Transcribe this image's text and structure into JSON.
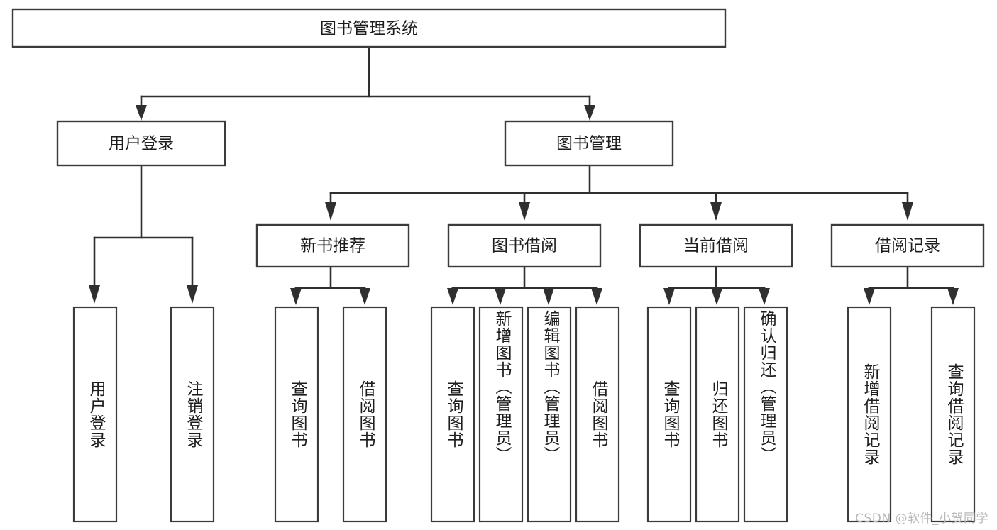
{
  "diagram": {
    "type": "hierarchy-tree",
    "title": "图书管理系统",
    "orientation": "top-down",
    "levels": 4,
    "colors": {
      "box_stroke": "#3b3b3b",
      "box_fill": "#ffffff",
      "connector": "#2f2f2f",
      "text": "#1d1d1d",
      "watermark": "#b9b9b9",
      "background": "#ffffff"
    }
  },
  "root": {
    "label": "图书管理系统",
    "orientation": "horizontal"
  },
  "level2": [
    {
      "label": "用户登录",
      "orientation": "horizontal"
    },
    {
      "label": "图书管理",
      "orientation": "horizontal"
    }
  ],
  "level3": [
    {
      "label": "新书推荐",
      "orientation": "horizontal",
      "parent": "图书管理"
    },
    {
      "label": "图书借阅",
      "orientation": "horizontal",
      "parent": "图书管理"
    },
    {
      "label": "当前借阅",
      "orientation": "horizontal",
      "parent": "图书管理"
    },
    {
      "label": "借阅记录",
      "orientation": "horizontal",
      "parent": "图书管理"
    }
  ],
  "leaves": {
    "user_login": [
      {
        "label": "用户登录",
        "orientation": "vertical"
      },
      {
        "label": "注销登录",
        "orientation": "vertical"
      }
    ],
    "new_book_recommend": [
      {
        "label": "查询图书",
        "orientation": "vertical"
      },
      {
        "label": "借阅图书",
        "orientation": "vertical"
      }
    ],
    "book_borrow": [
      {
        "label": "查询图书",
        "orientation": "vertical"
      },
      {
        "label": "新增图书（管理员）",
        "orientation": "vertical"
      },
      {
        "label": "编辑图书（管理员）",
        "orientation": "vertical"
      },
      {
        "label": "借阅图书",
        "orientation": "vertical"
      }
    ],
    "current_borrow": [
      {
        "label": "查询图书",
        "orientation": "vertical"
      },
      {
        "label": "归还图书",
        "orientation": "vertical"
      },
      {
        "label": "确认归还（管理员）",
        "orientation": "vertical"
      }
    ],
    "borrow_record": [
      {
        "label": "新增借阅记录",
        "orientation": "vertical"
      },
      {
        "label": "查询借阅记录",
        "orientation": "vertical"
      }
    ]
  },
  "watermark": {
    "text": "CSDN @软件_小贺同学"
  }
}
